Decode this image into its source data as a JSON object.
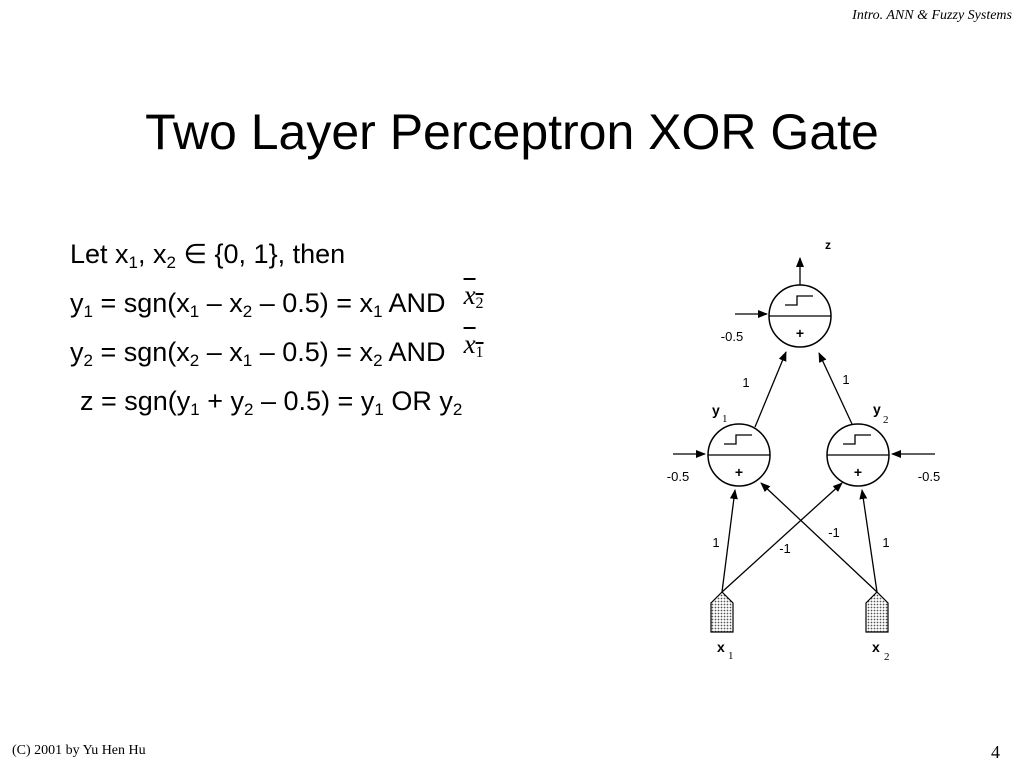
{
  "header": "Intro. ANN & Fuzzy Systems",
  "title": "Two Layer Perceptron XOR Gate",
  "equations": {
    "l1": {
      "a": "Let x",
      "s1": "1",
      "b": ", x",
      "s2": "2",
      "c": " ∈ {0, 1}, then"
    },
    "l2": {
      "a": "y",
      "s1": "1",
      "b": "  = sgn(x",
      "s2": "1",
      "c": " – x",
      "s3": "2",
      "d": " – 0.5) = x",
      "s4": "1",
      "e": " AND",
      "ov": "x",
      "ovs": "2"
    },
    "l3": {
      "a": "y",
      "s1": "2",
      "b": " = sgn(x",
      "s2": "2",
      "c": " – x",
      "s3": "1",
      "d": " – 0.5) = x",
      "s4": "2",
      "e": " AND",
      "ov": "x",
      "ovs": "1"
    },
    "l4": {
      "a": "z = sgn(y",
      "s1": "1",
      "b": " + y",
      "s2": "2",
      "c": " – 0.5) = y",
      "s3": "1",
      "d": " OR y",
      "s4": "2"
    }
  },
  "diagram": {
    "output_label": "z",
    "top_bias": "-0.5",
    "w_y1_z": "1",
    "w_y2_z": "1",
    "y1": {
      "name": "y",
      "idx": "1"
    },
    "y2": {
      "name": "y",
      "idx": "2"
    },
    "left_bias": "-0.5",
    "right_bias": "-0.5",
    "w_x1_y1": "1",
    "w_x1_y2": "-1",
    "w_x2_y1": "-1",
    "w_x2_y2": "1",
    "x1": {
      "name": "x",
      "idx": "1"
    },
    "x2": {
      "name": "x",
      "idx": "2"
    },
    "sum_symbol": "+"
  },
  "footer_left": "(C) 2001 by Yu Hen Hu",
  "page_number": "4"
}
